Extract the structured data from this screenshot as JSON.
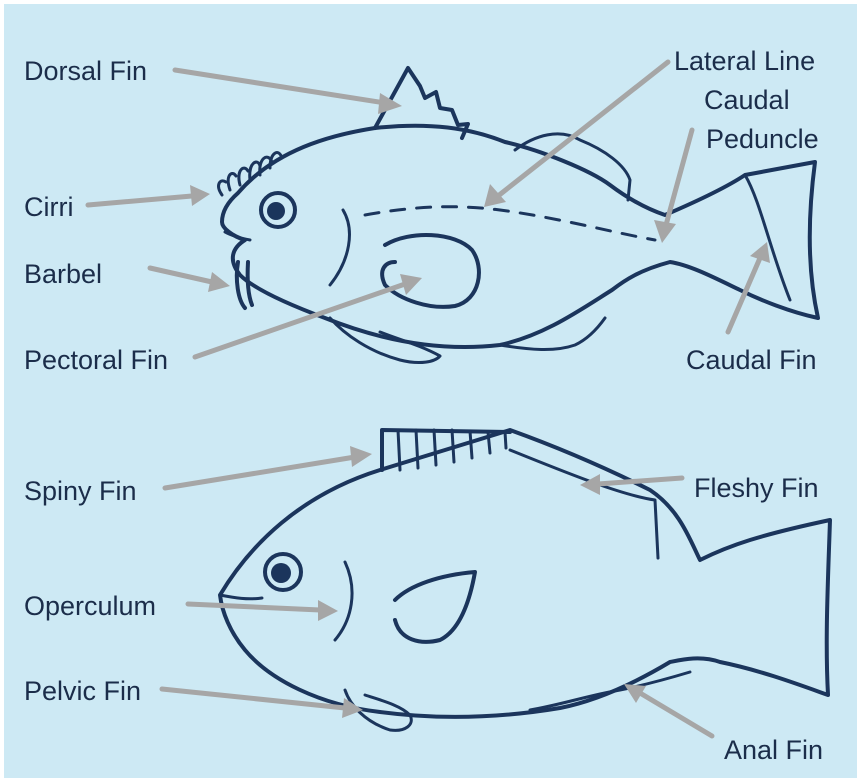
{
  "labels": {
    "dorsal_fin": "Dorsal Fin",
    "lateral_line": "Lateral Line",
    "caudal_peduncle_line1": "Caudal",
    "caudal_peduncle_line2": "Peduncle",
    "cirri": "Cirri",
    "barbel": "Barbel",
    "pectoral_fin": "Pectoral Fin",
    "caudal_fin": "Caudal Fin",
    "spiny_fin": "Spiny Fin",
    "fleshy_fin": "Fleshy Fin",
    "operculum": "Operculum",
    "pelvic_fin": "Pelvic Fin",
    "anal_fin": "Anal Fin"
  },
  "colors": {
    "background": "#cde9f4",
    "outline": "#1b355c",
    "arrow": "#a6a6a6",
    "text": "#1b2d4a"
  }
}
